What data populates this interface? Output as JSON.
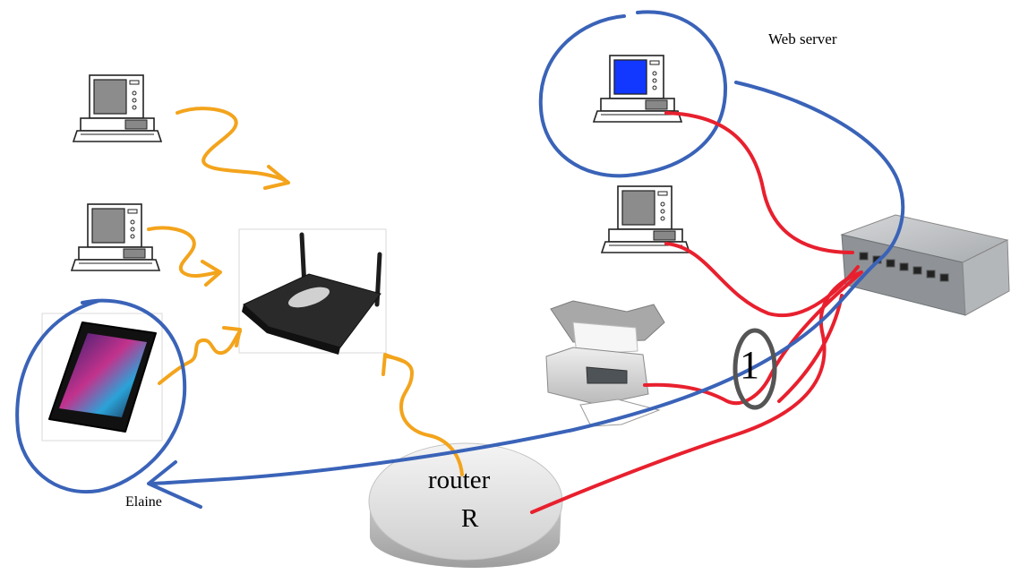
{
  "labels": {
    "web_server": "Web server",
    "elaine": "Elaine",
    "router": "router",
    "router_id": "R",
    "link_number": "1"
  },
  "colors": {
    "blue_annotation": "#3a63b8",
    "red_cable": "#e8202e",
    "orange_wireless": "#f3a41c",
    "server_screen": "#1238ff",
    "router_disk": "#d9d9d9"
  },
  "icons": [
    "desktop-computer-icon",
    "smartphone-icon",
    "wireless-access-point-icon",
    "ethernet-switch-icon",
    "printer-icon",
    "router-disk-icon"
  ]
}
